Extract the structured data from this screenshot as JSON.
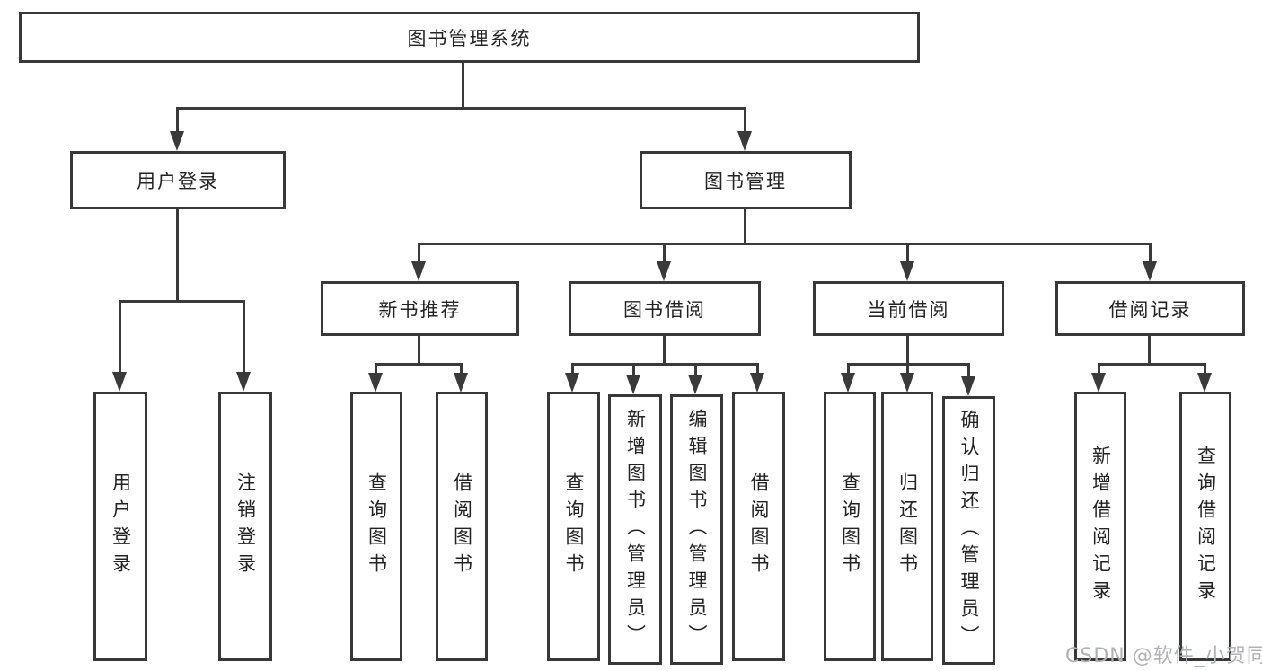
{
  "diagram": {
    "nodes": {
      "root": "图书管理系统",
      "user_login": "用户登录",
      "book_mgmt": "图书管理",
      "new_book_rec": "新书推荐",
      "book_borrow": "图书借阅",
      "current_borrow": "当前借阅",
      "borrow_record": "借阅记录",
      "ul_login": "用户登录",
      "ul_logout": "注销登录",
      "nb_query": "查询图书",
      "nb_borrow": "借阅图书",
      "bb_query": "查询图书",
      "bb_add": "新增图书（管理员）",
      "bb_edit": "编辑图书（管理员）",
      "bb_borrow": "借阅图书",
      "cb_query": "查询图书",
      "cb_return": "归还图书",
      "cb_confirm": "确认归还（管理员）",
      "br_add": "新增借阅记录",
      "br_query": "查询借阅记录"
    },
    "watermark": "CSDN @软件_小贺同学",
    "colors": {
      "line": "#3a3a3a",
      "box_border": "#383838",
      "text": "#232323",
      "watermark": "#aeb3ba",
      "background": "#ffffff"
    }
  }
}
